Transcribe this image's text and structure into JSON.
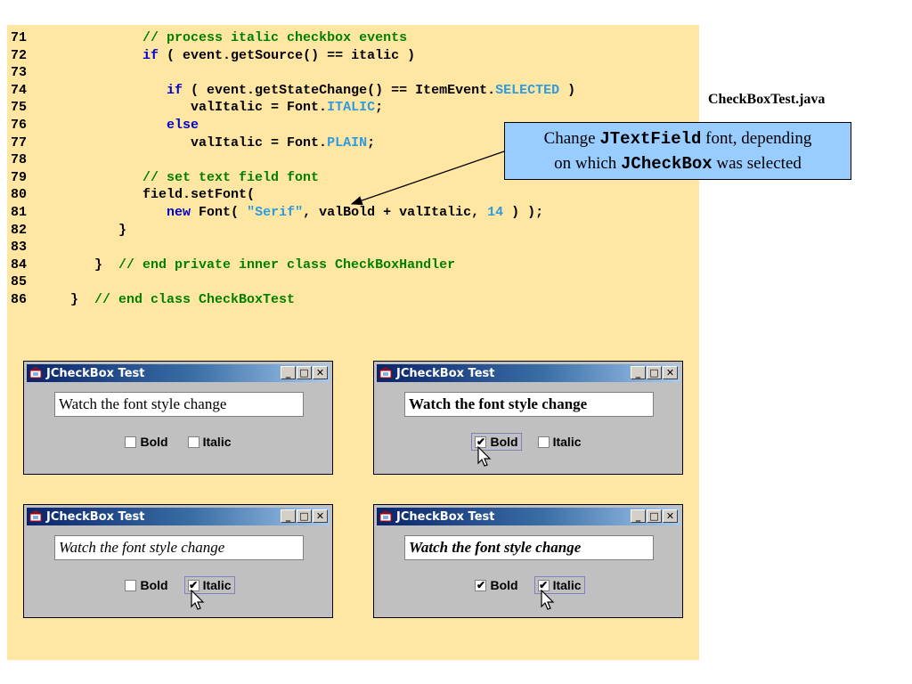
{
  "filename": "CheckBoxTest.java",
  "callout": {
    "pre1": "Change ",
    "mono1": "JTextField",
    "post1": " font, depending",
    "pre2": "on which ",
    "mono2": "JCheckBox",
    "post2": " was selected"
  },
  "code_lines": [
    {
      "n": "71",
      "parts": [
        [
          "",
          "            "
        ],
        [
          "c",
          "// process italic checkbox events"
        ]
      ]
    },
    {
      "n": "72",
      "parts": [
        [
          "",
          "            "
        ],
        [
          "k",
          "if"
        ],
        [
          "",
          " ( event.getSource() == italic )"
        ]
      ]
    },
    {
      "n": "73",
      "parts": []
    },
    {
      "n": "74",
      "parts": [
        [
          "",
          "               "
        ],
        [
          "k",
          "if"
        ],
        [
          "",
          " ( event.getStateChange() == ItemEvent."
        ],
        [
          "s",
          "SELECTED"
        ],
        [
          "",
          " )"
        ]
      ]
    },
    {
      "n": "75",
      "parts": [
        [
          "",
          "                  valItalic = Font."
        ],
        [
          "s",
          "ITALIC"
        ],
        [
          "",
          ";"
        ]
      ]
    },
    {
      "n": "76",
      "parts": [
        [
          "",
          "               "
        ],
        [
          "k",
          "else"
        ]
      ]
    },
    {
      "n": "77",
      "parts": [
        [
          "",
          "                  valItalic = Font."
        ],
        [
          "s",
          "PLAIN"
        ],
        [
          "",
          ";"
        ]
      ]
    },
    {
      "n": "78",
      "parts": []
    },
    {
      "n": "79",
      "parts": [
        [
          "",
          "            "
        ],
        [
          "c",
          "// set text field font"
        ]
      ]
    },
    {
      "n": "80",
      "parts": [
        [
          "",
          "            field.setFont("
        ]
      ]
    },
    {
      "n": "81",
      "parts": [
        [
          "",
          "               "
        ],
        [
          "k",
          "new"
        ],
        [
          "",
          " Font( "
        ],
        [
          "s",
          "\"Serif\""
        ],
        [
          "",
          ", valBold + valItalic, "
        ],
        [
          "s",
          "14"
        ],
        [
          "",
          " ) );"
        ]
      ]
    },
    {
      "n": "82",
      "parts": [
        [
          "",
          "         }"
        ]
      ]
    },
    {
      "n": "83",
      "parts": []
    },
    {
      "n": "84",
      "parts": [
        [
          "",
          "      }  "
        ],
        [
          "c",
          "// end private inner class CheckBoxHandler"
        ]
      ]
    },
    {
      "n": "85",
      "parts": []
    },
    {
      "n": "86",
      "parts": [
        [
          "",
          "   }  "
        ],
        [
          "c",
          "// end class CheckBoxTest"
        ]
      ]
    }
  ],
  "windows": [
    {
      "title": "JCheckBox Test",
      "text": "Watch the font style change",
      "bold_label": "Bold",
      "italic_label": "Italic",
      "bold_checked": false,
      "italic_checked": false,
      "style": "",
      "focus": "",
      "cursor": ""
    },
    {
      "title": "JCheckBox Test",
      "text": "Watch the font style change",
      "bold_label": "Bold",
      "italic_label": "Italic",
      "bold_checked": true,
      "italic_checked": false,
      "style": "bold",
      "focus": "bold",
      "cursor": "bold"
    },
    {
      "title": "JCheckBox Test",
      "text": "Watch the font style change",
      "bold_label": "Bold",
      "italic_label": "Italic",
      "bold_checked": false,
      "italic_checked": true,
      "style": "italic",
      "focus": "italic",
      "cursor": "italic"
    },
    {
      "title": "JCheckBox Test",
      "text": "Watch the font style change",
      "bold_label": "Bold",
      "italic_label": "Italic",
      "bold_checked": true,
      "italic_checked": true,
      "style": "bold italic",
      "focus": "italic",
      "cursor": "italic"
    }
  ],
  "window_buttons": {
    "minimize": "_",
    "maximize": "□",
    "close": "✕"
  },
  "check_mark": "✔"
}
